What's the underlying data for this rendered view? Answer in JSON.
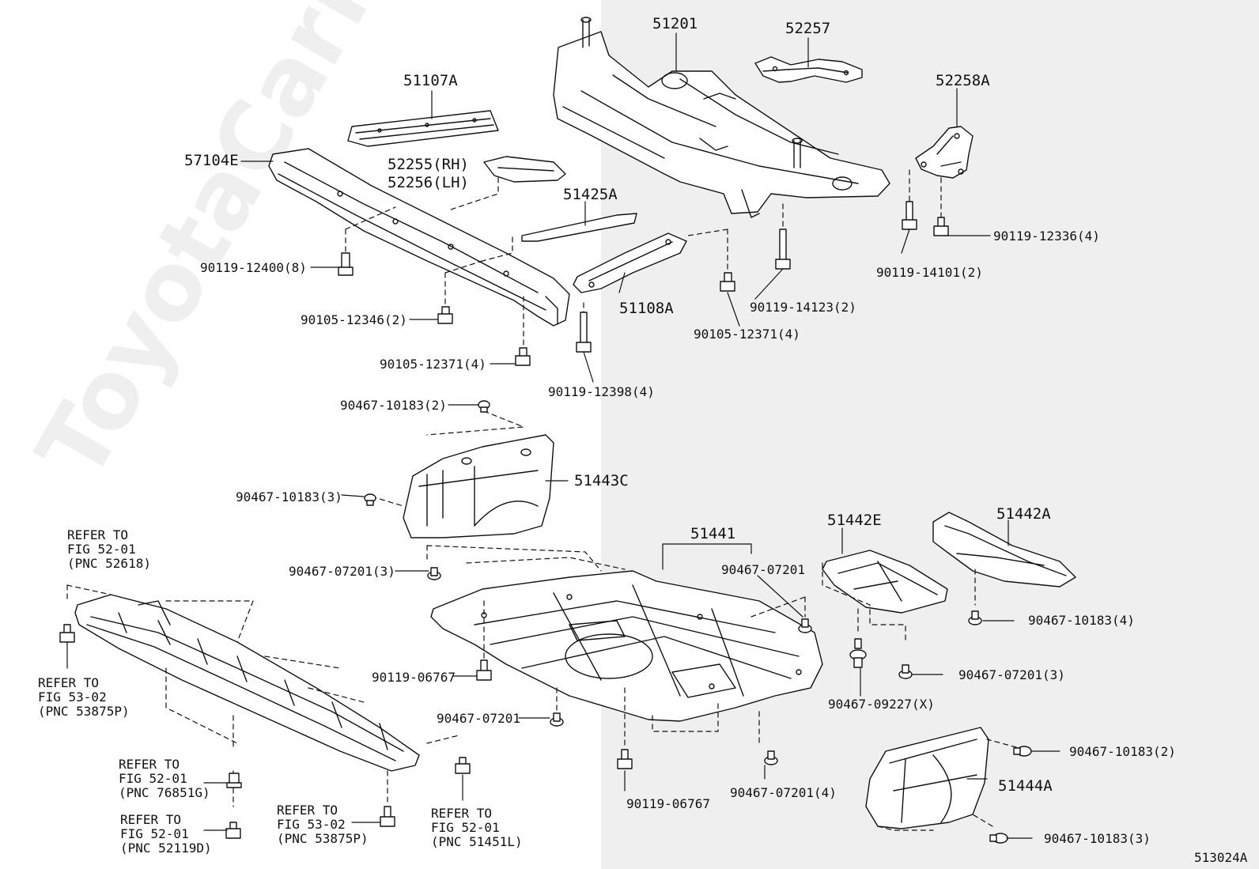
{
  "figure_code": "513024A",
  "watermark": "ToyotaCarMir.ru",
  "labels": {
    "p51201": "51201",
    "p52257": "52257",
    "p51107A": "51107A",
    "p52258A": "52258A",
    "p57104E": "57104E",
    "p52255": "52255(RH)",
    "p52256": "52256(LH)",
    "p51425A": "51425A",
    "p90119_12336": "90119-12336(4)",
    "p90119_12400": "90119-12400(8)",
    "p90119_14101": "90119-14101(2)",
    "p51108A": "51108A",
    "p90119_14123": "90119-14123(2)",
    "p90105_12346": "90105-12346(2)",
    "p90105_12371_mid": "90105-12371(4)",
    "p90105_12371_left": "90105-12371(4)",
    "p90119_12398": "90119-12398(4)",
    "p90467_10183_top": "90467-10183(2)",
    "p51443C": "51443C",
    "p90467_10183_mid": "90467-10183(3)",
    "p51441": "51441",
    "p51442E": "51442E",
    "p51442A": "51442A",
    "p90467_07201_a": "90467-07201(3)",
    "p90467_07201_b": "90467-07201",
    "p90467_10183_right": "90467-10183(4)",
    "p90467_07201_c": "90467-07201(3)",
    "p90119_06767_a": "90119-06767",
    "p90467_09227": "90467-09227(X)",
    "p90467_07201_d": "90467-07201",
    "p90467_10183_r2": "90467-10183(2)",
    "p51444A": "51444A",
    "p90119_06767_b": "90119-06767",
    "p90467_07201_e": "90467-07201(4)",
    "p90467_10183_r3": "90467-10183(3)"
  },
  "refs": {
    "r1": [
      "REFER TO",
      "FIG 52-01",
      "(PNC 52618)"
    ],
    "r2": [
      "REFER TO",
      "FIG 53-02",
      "(PNC 53875P)"
    ],
    "r3": [
      "REFER TO",
      "FIG 52-01",
      "(PNC 76851G)"
    ],
    "r4": [
      "REFER TO",
      "FIG 52-01",
      "(PNC 52119D)"
    ],
    "r5": [
      "REFER TO",
      "FIG 53-02",
      "(PNC 53875P)"
    ],
    "r6": [
      "REFER TO",
      "FIG 52-01",
      "(PNC 51451L)"
    ]
  }
}
